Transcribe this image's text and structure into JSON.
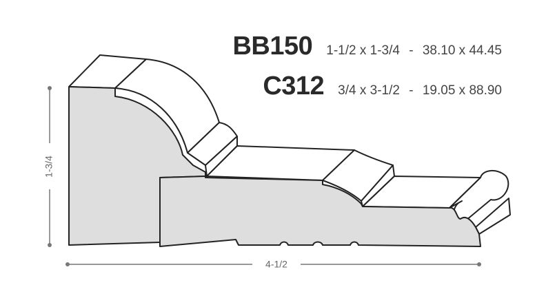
{
  "profiles": [
    {
      "code": "BB150",
      "imperial": "1-1/2 x 1-3/4",
      "separator": "-",
      "metric": "38.10 x 44.45"
    },
    {
      "code": "C312",
      "imperial": "3/4 x 3-1/2",
      "separator": "-",
      "metric": "19.05 x 88.90"
    }
  ],
  "dimensions": {
    "height": "1-3/4",
    "width": "4-1/2"
  },
  "colors": {
    "stroke": "#222222",
    "face": "#dedede",
    "top": "#ffffff",
    "dim": "#777777"
  }
}
